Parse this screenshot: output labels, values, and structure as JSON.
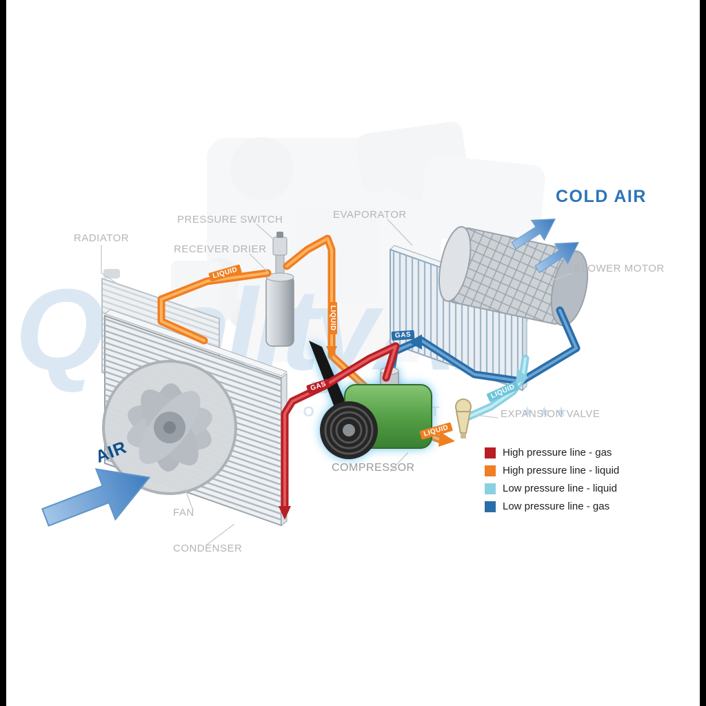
{
  "watermark": {
    "text": "QualityAir",
    "subtext": "AUTO PARTS",
    "stars_left": "★ ★ ★",
    "stars_right": "★ ★ ★"
  },
  "colors": {
    "high_pressure_gas": "#b81f25",
    "high_pressure_liquid": "#ef7f22",
    "low_pressure_liquid": "#8ad0e2",
    "low_pressure_gas": "#2a6ea9",
    "cold_air_text": "#2d74b8",
    "air_arrow_blue": "#3d7cc0",
    "component_label_gray": "#b5b5b5",
    "compressor_green": "#4f9a44"
  },
  "labels": {
    "radiator": "RADIATOR",
    "pressure_switch": "PRESSURE SWITCH",
    "receiver_drier": "RECEIVER DRIER",
    "evaporator": "EVAPORATOR",
    "blower_motor": "BLOWER MOTOR",
    "expansion_valve": "EXPANSION VALVE",
    "compressor": "COMPRESSOR",
    "fan": "FAN",
    "condenser": "CONDENSER",
    "cold_air": "COLD AIR",
    "air": "AIR"
  },
  "flow_labels": [
    {
      "text": "LIQUID",
      "line": "high-pressure-liquid",
      "color": "#ef7f22"
    },
    {
      "text": "LIQUID",
      "line": "high-pressure-liquid",
      "color": "#ef7f22"
    },
    {
      "text": "GAS",
      "line": "low-pressure-gas",
      "color": "#2a6ea9"
    },
    {
      "text": "GAS",
      "line": "high-pressure-gas",
      "color": "#b81f25"
    },
    {
      "text": "LIQUID",
      "line": "low-pressure-liquid",
      "color": "#6fc4da"
    },
    {
      "text": "LIQUID",
      "line": "high-pressure-liquid",
      "color": "#ef7f22"
    }
  ],
  "legend": {
    "items": [
      {
        "label": "High pressure line - gas",
        "color": "#b81f25"
      },
      {
        "label": "High pressure line - liquid",
        "color": "#ef7f22"
      },
      {
        "label": "Low pressure line - liquid",
        "color": "#8ad0e2"
      },
      {
        "label": "Low pressure line -  gas",
        "color": "#2a6ea9"
      }
    ]
  }
}
